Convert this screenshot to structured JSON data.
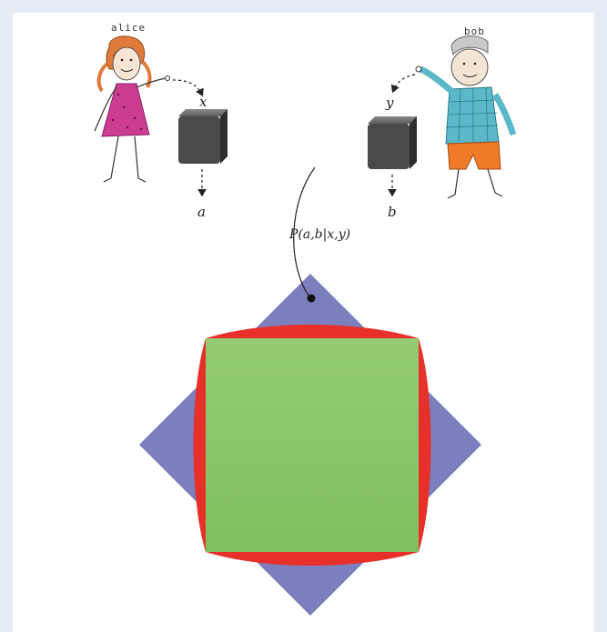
{
  "characters": {
    "alice": {
      "name": "alice",
      "input": "x",
      "output": "a"
    },
    "bob": {
      "name": "bob",
      "input": "y",
      "output": "b"
    }
  },
  "correlation_label": "P(a,b|x,y)",
  "colors": {
    "background": "#e6ecf6",
    "no_signaling_polytope": "#7b7fbe",
    "quantum_set": "#e8302a",
    "local_polytope": "#87c56a",
    "box": "#4a4a4a"
  }
}
